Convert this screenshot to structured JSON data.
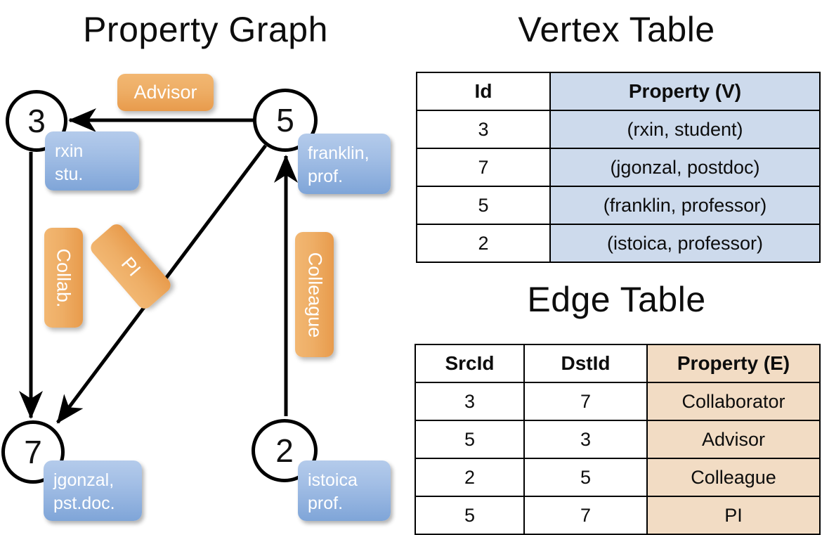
{
  "titles": {
    "property_graph": "Property Graph",
    "vertex_table": "Vertex Table",
    "edge_table": "Edge Table"
  },
  "colors": {
    "vertex_property_fill": "#cddaec",
    "edge_property_fill": "#f2dcc4",
    "node_property_box": "#a2bee5",
    "edge_label_box": "#eeae66",
    "stroke": "#000000"
  },
  "graph": {
    "vertices": [
      {
        "id": "3",
        "property_label": "rxin\nstu.",
        "property_line1": "rxin",
        "property_line2": "stu."
      },
      {
        "id": "5",
        "property_label": "franklin, prof.",
        "property_line1": "franklin,",
        "property_line2": "prof."
      },
      {
        "id": "7",
        "property_label": "jgonzal, pst.doc.",
        "property_line1": "jgonzal,",
        "property_line2": "pst.doc."
      },
      {
        "id": "2",
        "property_label": "istoica prof.",
        "property_line1": "istoica",
        "property_line2": "prof."
      }
    ],
    "edge_labels": [
      {
        "name": "advisor",
        "text": "Advisor",
        "orientation": "horizontal"
      },
      {
        "name": "collab",
        "text": "Collab.",
        "orientation": "vertical"
      },
      {
        "name": "pi",
        "text": "PI",
        "orientation": "diagonal"
      },
      {
        "name": "colleague",
        "text": "Colleague",
        "orientation": "vertical"
      }
    ],
    "edges": [
      {
        "src": "5",
        "dst": "3",
        "label": "Advisor"
      },
      {
        "src": "3",
        "dst": "7",
        "label": "Collab."
      },
      {
        "src": "5",
        "dst": "7",
        "label": "PI"
      },
      {
        "src": "2",
        "dst": "5",
        "label": "Colleague"
      }
    ]
  },
  "vertex_table": {
    "headers": [
      "Id",
      "Property (V)"
    ],
    "rows": [
      {
        "id": "3",
        "property": "(rxin, student)"
      },
      {
        "id": "7",
        "property": "(jgonzal, postdoc)"
      },
      {
        "id": "5",
        "property": "(franklin, professor)"
      },
      {
        "id": "2",
        "property": "(istoica, professor)"
      }
    ]
  },
  "edge_table": {
    "headers": [
      "SrcId",
      "DstId",
      "Property (E)"
    ],
    "rows": [
      {
        "src": "3",
        "dst": "7",
        "property": "Collaborator"
      },
      {
        "src": "5",
        "dst": "3",
        "property": "Advisor"
      },
      {
        "src": "2",
        "dst": "5",
        "property": "Colleague"
      },
      {
        "src": "5",
        "dst": "7",
        "property": "PI"
      }
    ]
  }
}
